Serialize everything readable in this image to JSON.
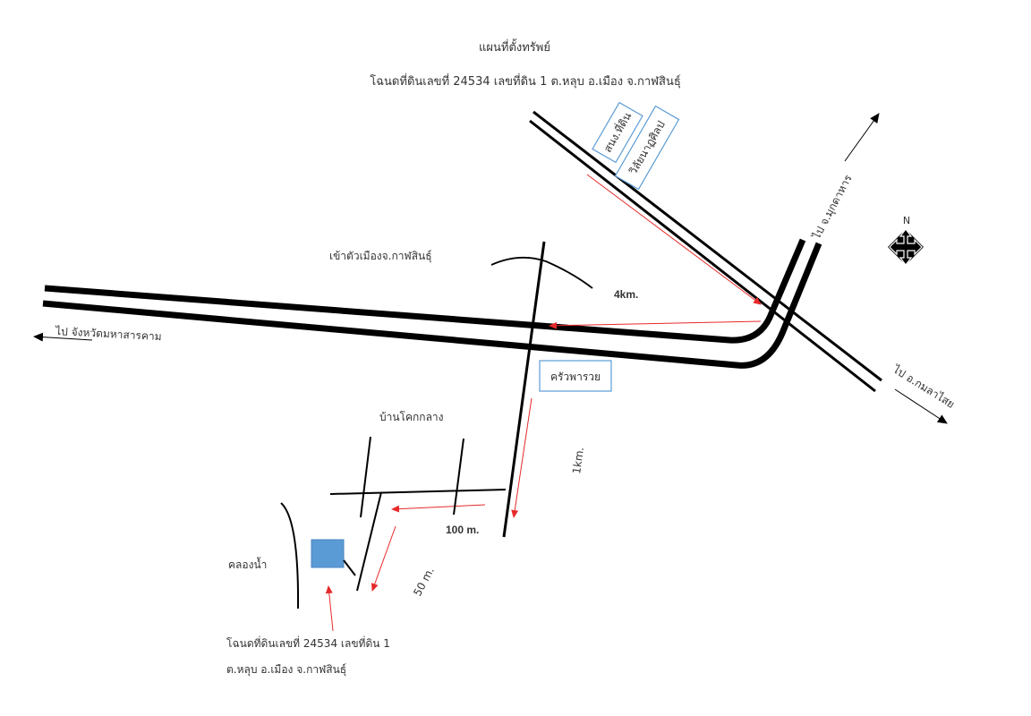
{
  "header": {
    "title": "แผนที่ตั้งทรัพย์",
    "subtitle": "โฉนดที่ดินเลขที่ 24534 เลขที่ดิน 1 ต.หลุบ อ.เมือง จ.กาฬสินธุ์"
  },
  "landmarks": {
    "land_office": "สนง.ที่ดิน",
    "college": "วิลัยนาฏศิลป",
    "restaurant": "ครัวพารวย",
    "village": "บ้านโคกกลาง",
    "canal": "คลองน้ำ",
    "city_entrance": "เข้าตัวเมืองจ.กาฬสินธุ์"
  },
  "directions": {
    "to_mukdahan": "ไป จ.มุกดาหาร",
    "to_kamalasai": "ไป อ.กมลาไสย",
    "to_mahasarakham": "ไป จังหวัดมหาสารคาม"
  },
  "compass": {
    "label": "N"
  },
  "distances": {
    "d1": "4km.",
    "d2": "1km.",
    "d3": "100 m.",
    "d4": "50 m."
  },
  "property": {
    "line1": "โฉนดที่ดินเลขที่ 24534 เลขที่ดิน 1",
    "line2": "ต.หลุบ อ.เมือง จ.กาฬสินธุ์",
    "color": "#5b9bd5"
  },
  "colors": {
    "road": "#000000",
    "route": "#e8292a",
    "box_border": "#5b9bd5",
    "text": "#333333"
  }
}
